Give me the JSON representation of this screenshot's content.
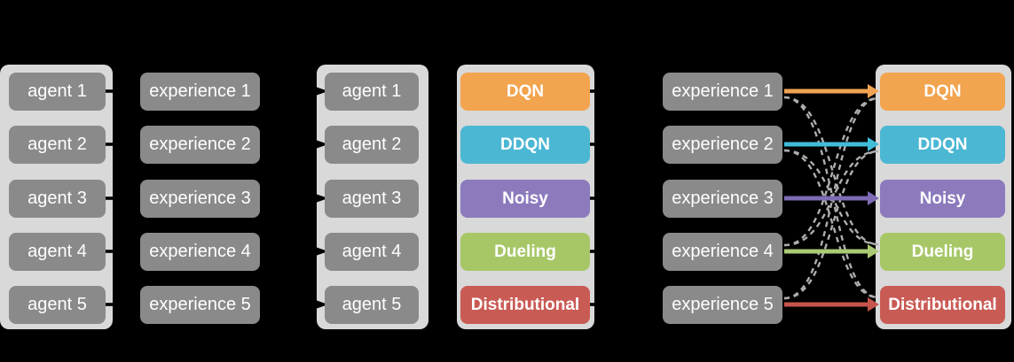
{
  "diagram_title": "",
  "colors": {
    "background": "#000000",
    "container_fill": "#D9D9D9",
    "gray_box_fill": "#8A8A8A",
    "box_text": "#FFFFFF",
    "dashed_link": "#ADADAD",
    "connector": "#000000"
  },
  "labels": {
    "agents": [
      "agent 1",
      "agent 2",
      "agent 3",
      "agent 4",
      "agent 5"
    ],
    "experiences": [
      "experience 1",
      "experience 2",
      "experience 3",
      "experience 4",
      "experience 5"
    ]
  },
  "algorithms": [
    {
      "label": "DQN",
      "color": "#F2A44F",
      "arrow_color": "#F0A353"
    },
    {
      "label": "DDQN",
      "color": "#4BB7D3",
      "arrow_color": "#41BCD9"
    },
    {
      "label": "Noisy",
      "color": "#8C7ABD",
      "arrow_color": "#7D6BB4"
    },
    {
      "label": "Dueling",
      "color": "#A7C767",
      "arrow_color": "#AACA73"
    },
    {
      "label": "Distributional",
      "color": "#C95B55",
      "arrow_color": "#C7554E"
    }
  ],
  "straight_arrow_links": [
    {
      "from_experience": 1,
      "to_algorithm": "DQN"
    },
    {
      "from_experience": 2,
      "to_algorithm": "DDQN"
    },
    {
      "from_experience": 3,
      "to_algorithm": "Noisy"
    },
    {
      "from_experience": 4,
      "to_algorithm": "Dueling"
    },
    {
      "from_experience": 5,
      "to_algorithm": "Distributional"
    }
  ],
  "shuffle_links": [
    {
      "from_experience": 1,
      "to_algorithm": "Dueling"
    },
    {
      "from_experience": 1,
      "to_algorithm": "Distributional"
    },
    {
      "from_experience": 2,
      "to_algorithm": "Dueling"
    },
    {
      "from_experience": 2,
      "to_algorithm": "Distributional"
    },
    {
      "from_experience": 4,
      "to_algorithm": "DQN"
    },
    {
      "from_experience": 4,
      "to_algorithm": "DDQN"
    },
    {
      "from_experience": 5,
      "to_algorithm": "DQN"
    },
    {
      "from_experience": 5,
      "to_algorithm": "DDQN"
    }
  ]
}
